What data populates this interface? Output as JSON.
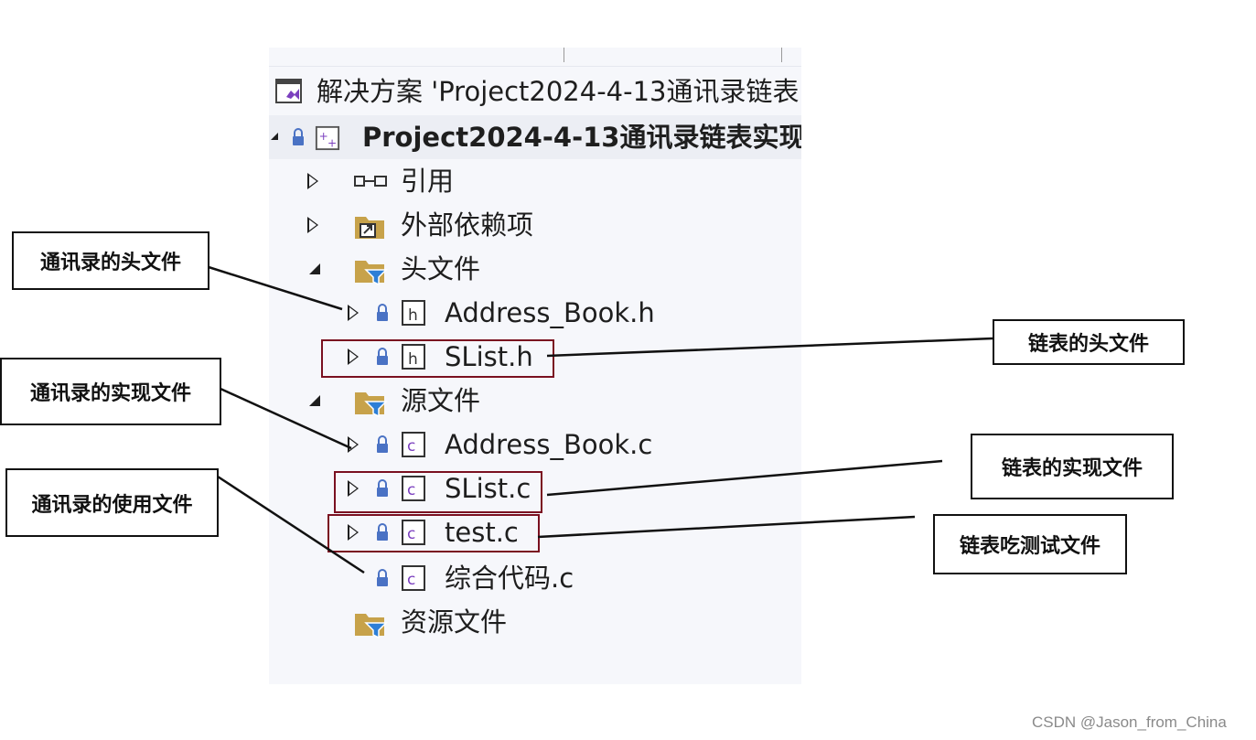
{
  "solution": {
    "label": "解决方案 'Project2024-4-13通讯录链表"
  },
  "project": {
    "label": "Project2024-4-13通讯录链表实现"
  },
  "tree": {
    "references": "引用",
    "external_deps": "外部依赖项",
    "header_folder": "头文件",
    "header_files": [
      "Address_Book.h",
      "SList.h"
    ],
    "source_folder": "源文件",
    "source_files": [
      "Address_Book.c",
      "SList.c",
      "test.c",
      "综合代码.c"
    ],
    "resource_folder": "资源文件"
  },
  "callouts": {
    "address_header": "通讯录的头文件",
    "address_impl": "通讯录的实现文件",
    "address_use": "通讯录的使用文件",
    "slist_header": "链表的头文件",
    "slist_impl": "链表的实现文件",
    "slist_test": "链表吃测试文件"
  },
  "colors": {
    "panel_bg": "#f6f7fb",
    "highlight_border": "#7a1020",
    "folder": "#c7a24a",
    "filter": "#2e7fd6",
    "c_file": "#7b3fbf",
    "lock": "#4a72c4"
  },
  "watermark": "CSDN @Jason_from_China"
}
